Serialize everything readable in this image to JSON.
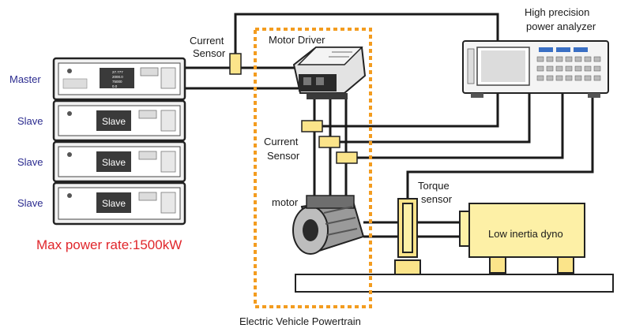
{
  "supplies": {
    "roles": [
      "Master",
      "Slave",
      "Slave",
      "Slave"
    ],
    "unit_screen_label": "Slave",
    "master_display": [
      "27.777",
      "2000.0",
      "75000",
      "0.0"
    ]
  },
  "max_power": "Max power rate:1500kW",
  "labels": {
    "current_sensor_top": [
      "Current",
      "Sensor"
    ],
    "current_sensor_mid": [
      "Current",
      "Sensor"
    ],
    "motor_driver": "Motor Driver",
    "motor": "motor",
    "torque_sensor": [
      "Torque",
      "sensor"
    ],
    "analyzer": [
      "High precision",
      "power analyzer"
    ],
    "dyno": "Low inertia dyno",
    "powertrain": "Electric Vehicle Powertrain"
  },
  "colors": {
    "wire": "#1a1a1a",
    "sensor_fill": "#fbe48a",
    "dyno_fill": "#fdf0a6",
    "boundary": "#f39c1f",
    "role_text": "#2b2b8f",
    "max_power_text": "#e0262b",
    "rack_panel": "#dcdcdc",
    "screen": "#3a3a3a"
  },
  "icons": [
    "rack-power-supply-icon",
    "motor-driver-icon",
    "motor-icon",
    "power-analyzer-icon",
    "torque-sensor-icon",
    "dyno-icon"
  ]
}
